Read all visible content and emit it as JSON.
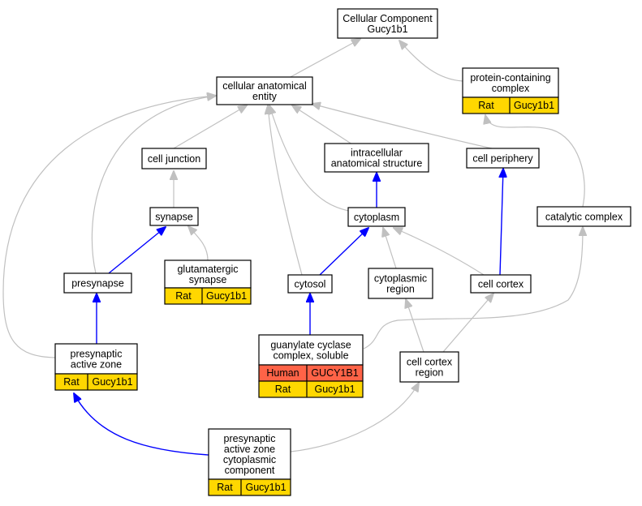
{
  "colors": {
    "rat": "#ffd700",
    "human": "#ff6347",
    "is_a_edge": "#c0c0c0",
    "part_of_edge": "#0000ff"
  },
  "nodes": {
    "root": [
      "Cellular Component",
      "Gucy1b1"
    ],
    "cellular_anatomical_entity": [
      "cellular anatomical",
      "entity"
    ],
    "protein_containing_complex": [
      "protein-containing",
      "complex"
    ],
    "cell_junction": [
      "cell junction"
    ],
    "intracellular_anatomical_structure": [
      "intracellular",
      "anatomical structure"
    ],
    "cell_periphery": [
      "cell periphery"
    ],
    "synapse": [
      "synapse"
    ],
    "cytoplasm": [
      "cytoplasm"
    ],
    "catalytic_complex": [
      "catalytic complex"
    ],
    "presynapse": [
      "presynapse"
    ],
    "glutamatergic_synapse": [
      "glutamatergic",
      "synapse"
    ],
    "cytosol": [
      "cytosol"
    ],
    "cytoplasmic_region": [
      "cytoplasmic",
      "region"
    ],
    "cell_cortex": [
      "cell cortex"
    ],
    "presynaptic_active_zone": [
      "presynaptic",
      "active zone"
    ],
    "guanylate_cyclase_complex": [
      "guanylate cyclase",
      "complex, soluble"
    ],
    "cell_cortex_region": [
      "cell cortex",
      "region"
    ],
    "presynaptic_active_zone_cytoplasmic_component": [
      "presynaptic",
      "active zone",
      "cytoplasmic",
      "component"
    ]
  },
  "annotations": {
    "protein_containing_complex": [
      [
        "Rat",
        "Gucy1b1"
      ]
    ],
    "glutamatergic_synapse": [
      [
        "Rat",
        "Gucy1b1"
      ]
    ],
    "presynaptic_active_zone": [
      [
        "Rat",
        "Gucy1b1"
      ]
    ],
    "guanylate_cyclase_complex": [
      [
        "Human",
        "GUCY1B1"
      ],
      [
        "Rat",
        "Gucy1b1"
      ]
    ],
    "presynaptic_active_zone_cytoplasmic_component": [
      [
        "Rat",
        "Gucy1b1"
      ]
    ]
  }
}
